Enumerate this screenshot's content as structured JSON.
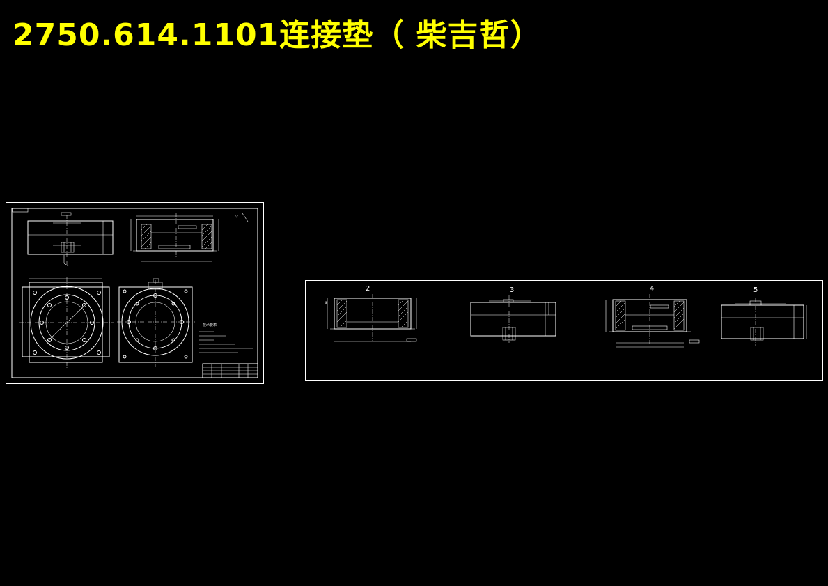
{
  "title": "2750.614.1101连接垫（  柴吉哲）",
  "colors": {
    "background": "#000000",
    "title": "#ffff00",
    "lines": "#ffffff"
  },
  "drawing_sheet": {
    "tech_requirements_heading": "技术要求"
  },
  "process_sheet": {
    "view_labels": [
      "2",
      "3",
      "4",
      "5"
    ]
  }
}
